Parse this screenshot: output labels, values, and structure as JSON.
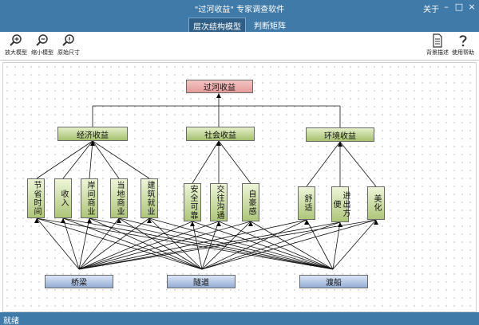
{
  "window": {
    "title": "\"过河收益\" 专家调查软件",
    "about_label": "关于",
    "minimize_glyph": "–",
    "maximize_glyph": "□",
    "close_glyph": "×"
  },
  "tabs": [
    {
      "label": "层次结构模型",
      "active": true
    },
    {
      "label": "判断矩阵",
      "active": false
    }
  ],
  "toolbar": {
    "zoom_in": {
      "label": "放大模型",
      "icon": "zoom-in-icon"
    },
    "zoom_out": {
      "label": "缩小模型",
      "icon": "zoom-out-icon"
    },
    "original_size": {
      "label": "原始尺寸",
      "icon": "original-size-icon"
    },
    "background": {
      "label": "背景描述",
      "icon": "document-icon"
    },
    "help": {
      "label": "使用帮助",
      "icon": "help-icon"
    }
  },
  "model": {
    "goal": "过河收益",
    "criteria": [
      "经济收益",
      "社会收益",
      "环境收益"
    ],
    "sub_criteria": [
      "节省时间",
      "收入",
      "岸间商业",
      "当地商业",
      "建筑就业",
      "安全可靠",
      "交往沟通",
      "自豪感",
      "舒适",
      "进出方便",
      "美化"
    ],
    "alternatives": [
      "桥梁",
      "隧道",
      "渡船"
    ]
  },
  "status": {
    "text": "就绪"
  },
  "colors": {
    "chrome": "#3f7aa8",
    "goal": "#e59a9a",
    "criteria": "#a5c06e",
    "alternatives": "#94add4"
  }
}
